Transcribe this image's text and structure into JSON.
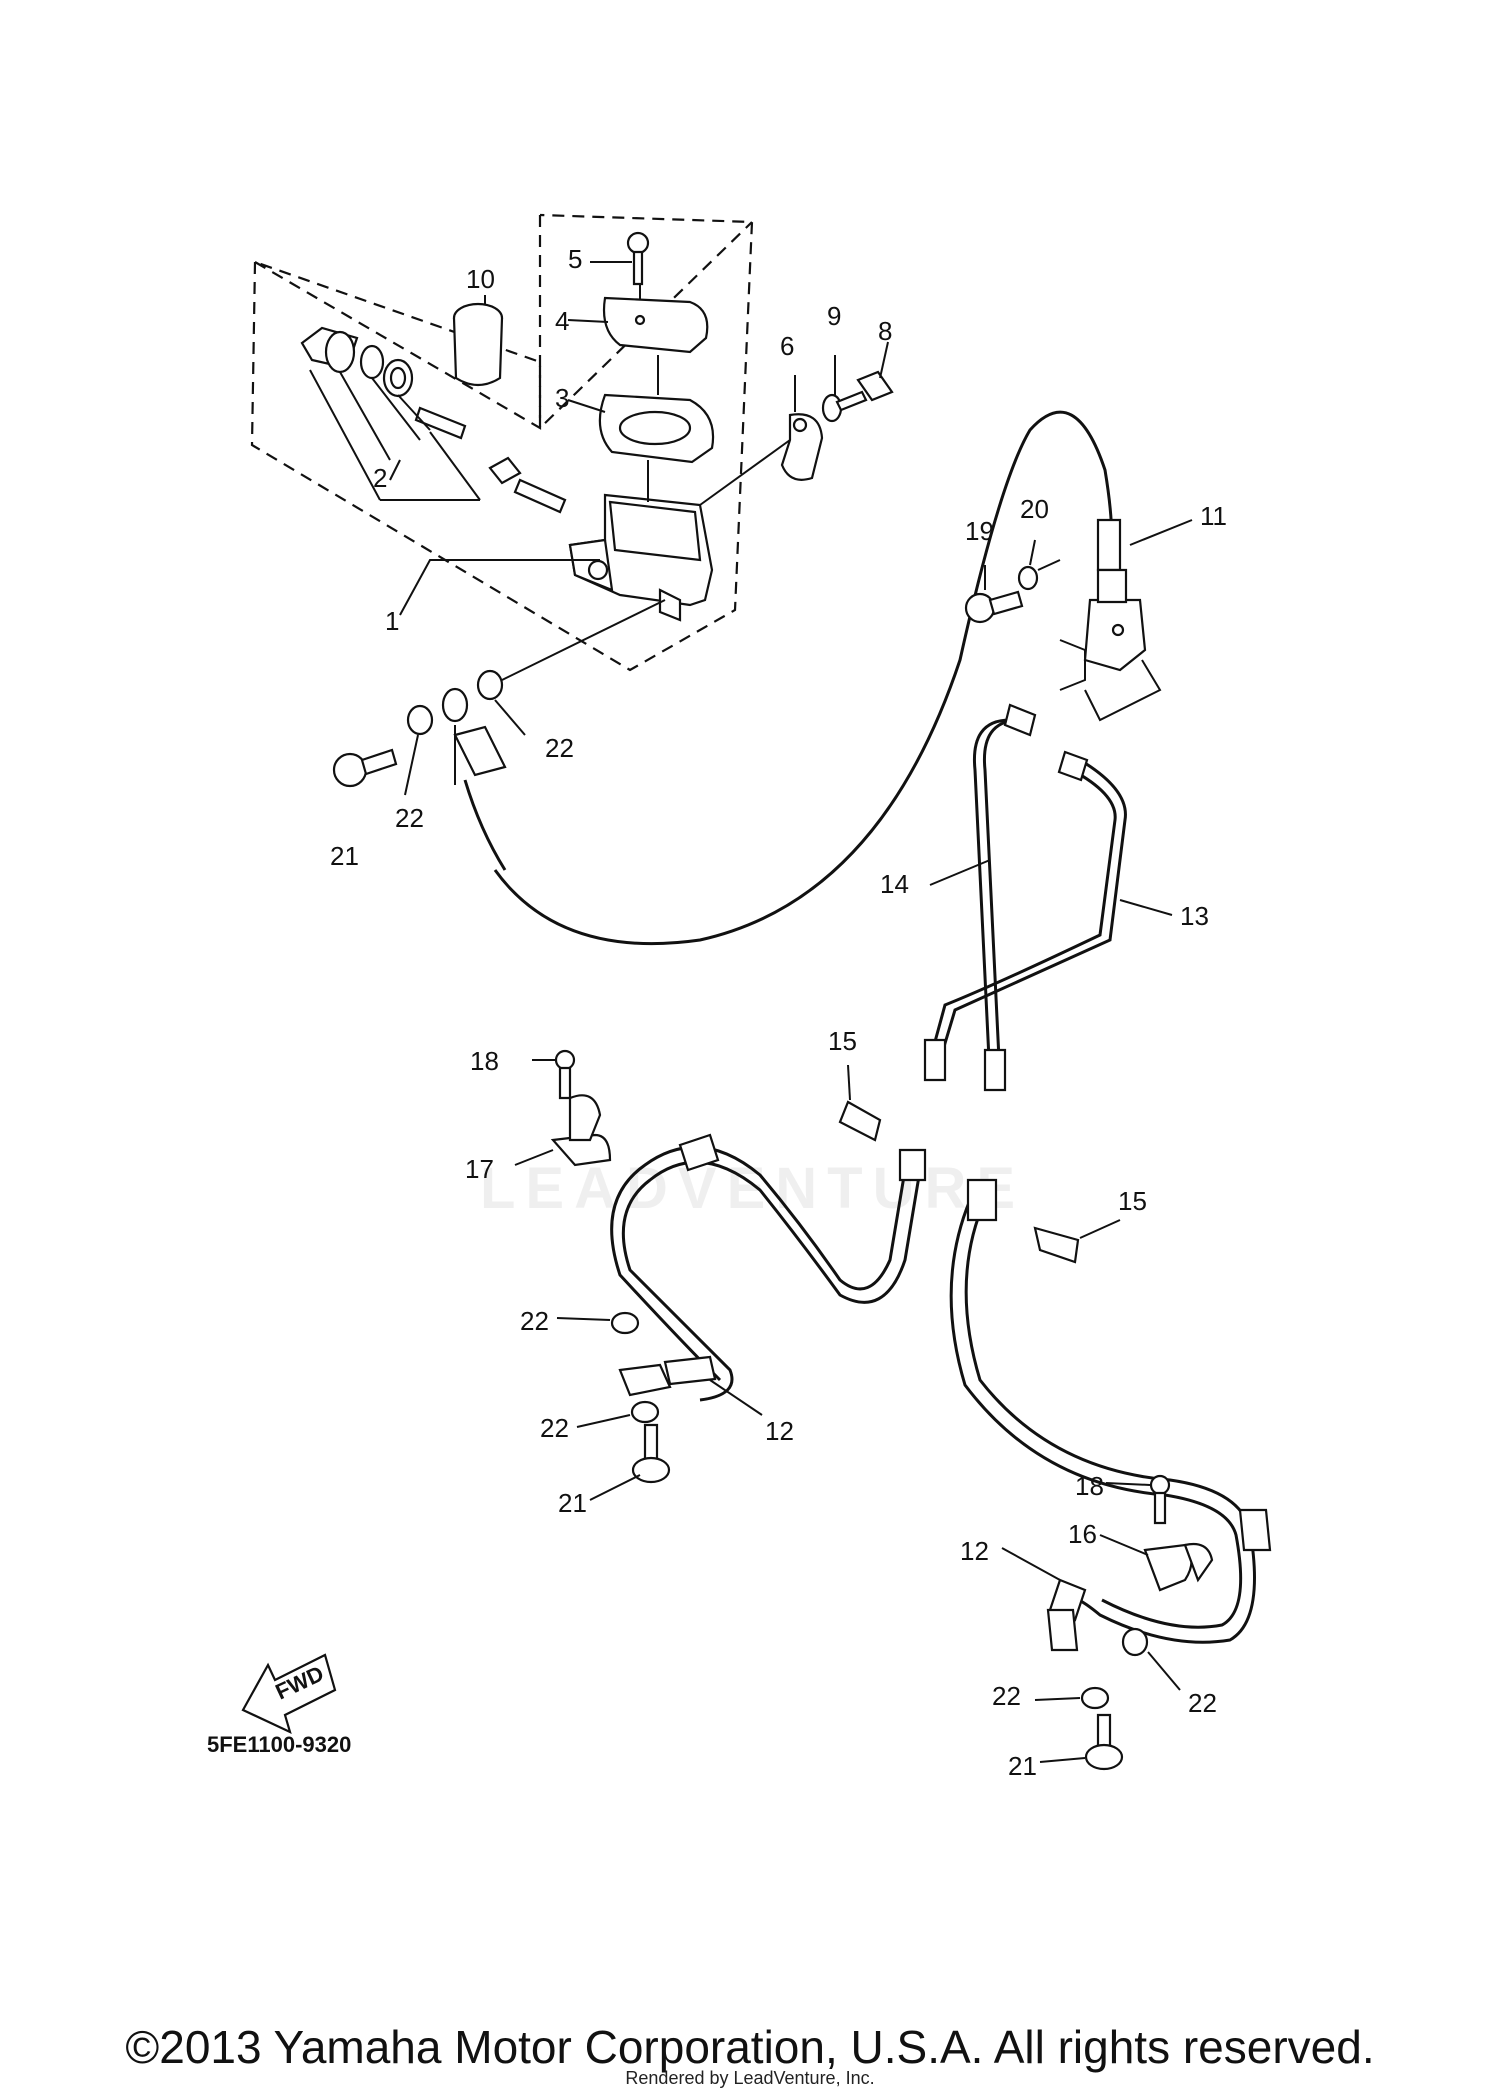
{
  "diagram": {
    "part_code": "5FE1100-9320",
    "fwd_label": "FWD",
    "callouts": {
      "c1": "1",
      "c2": "2",
      "c3": "3",
      "c4": "4",
      "c5": "5",
      "c6": "6",
      "c8": "8",
      "c9": "9",
      "c10": "10",
      "c11": "11",
      "c12a": "12",
      "c12b": "12",
      "c13": "13",
      "c14": "14",
      "c15a": "15",
      "c15b": "15",
      "c16": "16",
      "c17": "17",
      "c18a": "18",
      "c18b": "18",
      "c19": "19",
      "c20": "20",
      "c21a": "21",
      "c21b": "21",
      "c21c": "21",
      "c22a": "22",
      "c22b": "22",
      "c22c": "22",
      "c22d": "22",
      "c22e": "22",
      "c22f": "22"
    }
  },
  "footer": {
    "copyright": "©2013 Yamaha Motor Corporation, U.S.A. All rights reserved.",
    "rendered_by": "Rendered by LeadVenture, Inc."
  },
  "watermark": "LEADVENTURE"
}
